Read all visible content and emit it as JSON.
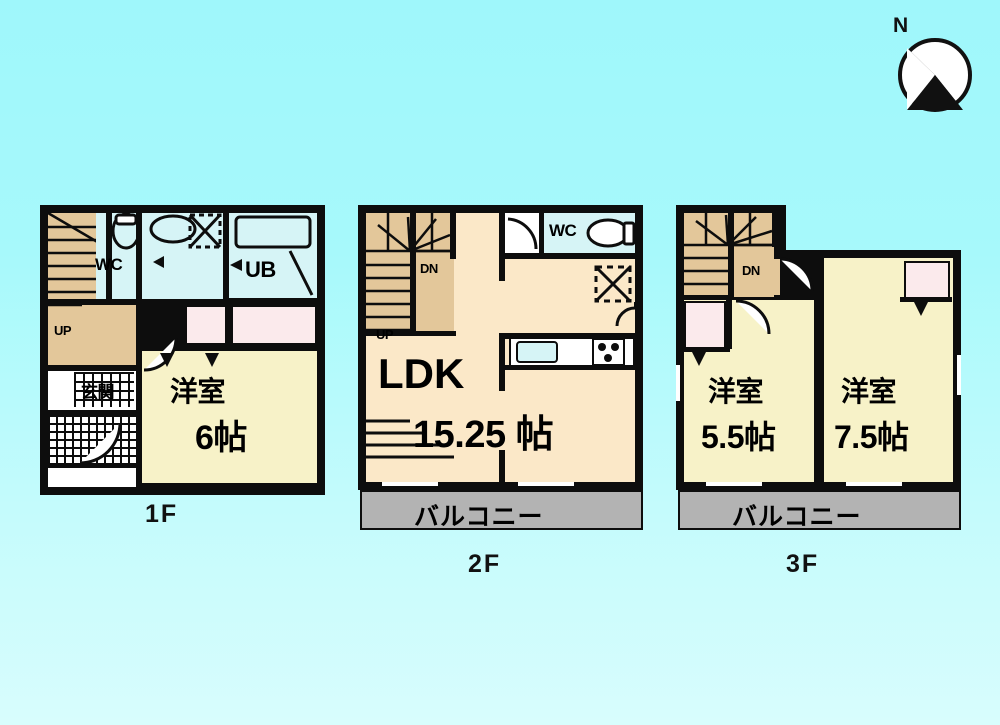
{
  "background": {
    "top_color": "#9ff7fb",
    "bottom_color": "#d8fdfd"
  },
  "compass": {
    "label": "N",
    "name": "north-arrow"
  },
  "floors": [
    {
      "id": "1f",
      "label": "1F",
      "rooms": [
        {
          "name": "western-room",
          "label": "洋室",
          "size": "6帖"
        },
        {
          "name": "toilet",
          "label": "WC"
        },
        {
          "name": "unit-bath",
          "label": "UB"
        },
        {
          "name": "entrance",
          "label": "玄関"
        }
      ],
      "markers": [
        {
          "name": "stair-up",
          "label": "UP"
        }
      ]
    },
    {
      "id": "2f",
      "label": "2F",
      "rooms": [
        {
          "name": "living-dining-kitchen",
          "label": "LDK",
          "size": "15.25 帖"
        },
        {
          "name": "toilet",
          "label": "WC"
        },
        {
          "name": "balcony",
          "label": "バルコニー"
        }
      ],
      "markers": [
        {
          "name": "stair-up",
          "label": "UP"
        },
        {
          "name": "stair-down",
          "label": "DN"
        }
      ]
    },
    {
      "id": "3f",
      "label": "3F",
      "rooms": [
        {
          "name": "western-room-small",
          "label": "洋室",
          "size": "5.5帖"
        },
        {
          "name": "western-room-large",
          "label": "洋室",
          "size": "7.5帖"
        },
        {
          "name": "balcony",
          "label": "バルコニー"
        }
      ],
      "markers": [
        {
          "name": "stair-down",
          "label": "DN"
        }
      ]
    }
  ],
  "colors": {
    "wall": "#0d0d0d",
    "room": "#f7f2c8",
    "ldk": "#fbe8c8",
    "stairs": "#e3c79a",
    "wet_area": "#d6f4f6",
    "closet": "#fbeaec",
    "balcony": "#b3b3b3"
  }
}
